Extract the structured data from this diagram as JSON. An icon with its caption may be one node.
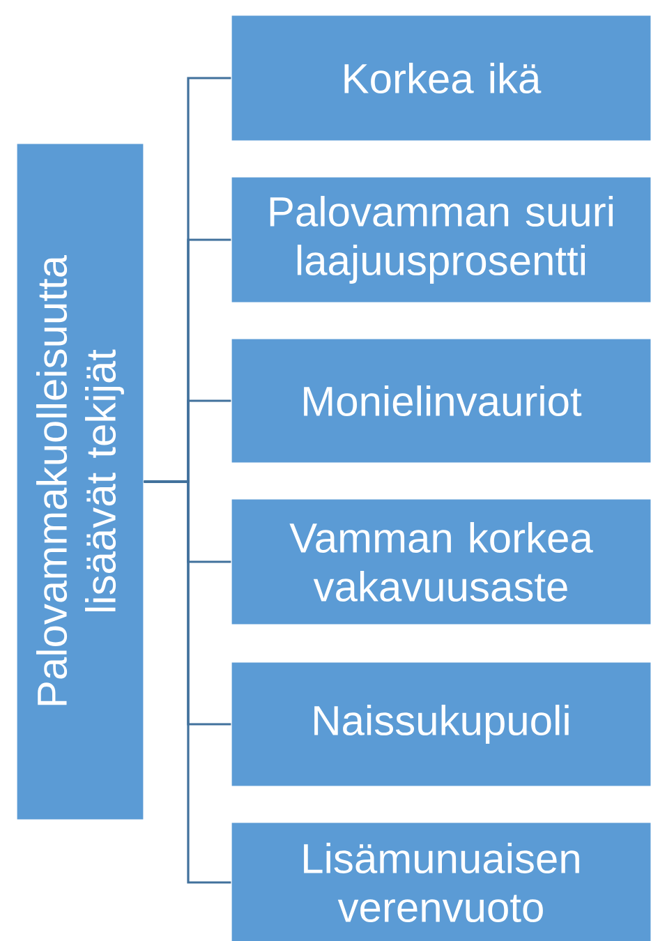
{
  "diagram": {
    "nodes": [
      {
        "text": [
          "Palovammakuolleisuutta lisäävät tekijät"
        ]
      },
      {
        "text": [
          "Korkea ikä"
        ]
      },
      {
        "text": [
          "Palovamman suuri laajuusprosentti"
        ]
      },
      {
        "text": [
          "Monielinvauriot"
        ]
      },
      {
        "text": [
          "Vamman korkea vakavuusaste"
        ]
      },
      {
        "text": [
          "Naissukupuoli"
        ]
      },
      {
        "text": [
          "Lisämunuaisen verenvuoto"
        ]
      }
    ],
    "edges": [
      {
        "from": 0,
        "to": 1,
        "arrow": "none"
      },
      {
        "from": 0,
        "to": 2,
        "arrow": "none"
      },
      {
        "from": 0,
        "to": 3,
        "arrow": "none"
      },
      {
        "from": 0,
        "to": 4,
        "arrow": "none"
      },
      {
        "from": 0,
        "to": 5,
        "arrow": "none"
      },
      {
        "from": 0,
        "to": 6,
        "arrow": "none"
      }
    ]
  }
}
